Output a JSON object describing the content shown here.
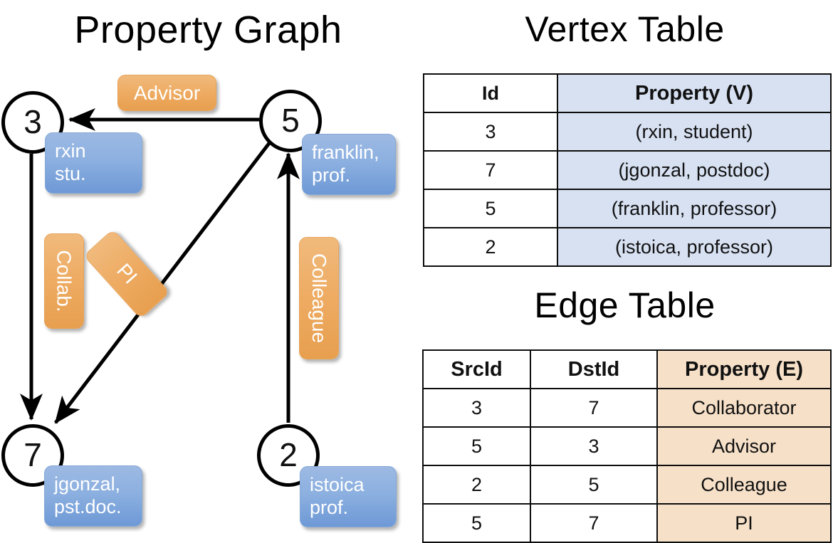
{
  "titles": {
    "property_graph": "Property Graph",
    "vertex_table": "Vertex Table",
    "edge_table": "Edge Table"
  },
  "graph": {
    "vertices": [
      {
        "id": "3",
        "property_line1": "rxin",
        "property_line2": "stu."
      },
      {
        "id": "5",
        "property_line1": "franklin,",
        "property_line2": "prof."
      },
      {
        "id": "7",
        "property_line1": "jgonzal,",
        "property_line2": "pst.doc."
      },
      {
        "id": "2",
        "property_line1": "istoica",
        "property_line2": "prof."
      }
    ],
    "edge_labels": [
      {
        "name": "advisor",
        "text": "Advisor"
      },
      {
        "name": "collab",
        "text": "Collab."
      },
      {
        "name": "pi",
        "text": "PI"
      },
      {
        "name": "colleague",
        "text": "Colleague"
      }
    ]
  },
  "vertex_table": {
    "headers": [
      "Id",
      "Property (V)"
    ],
    "rows": [
      [
        "3",
        "(rxin, student)"
      ],
      [
        "7",
        "(jgonzal, postdoc)"
      ],
      [
        "5",
        "(franklin, professor)"
      ],
      [
        "2",
        "(istoica, professor)"
      ]
    ]
  },
  "edge_table": {
    "headers": [
      "SrcId",
      "DstId",
      "Property (E)"
    ],
    "rows": [
      [
        "3",
        "7",
        "Collaborator"
      ],
      [
        "5",
        "3",
        "Advisor"
      ],
      [
        "2",
        "5",
        "Colleague"
      ],
      [
        "5",
        "7",
        "PI"
      ]
    ]
  },
  "colors": {
    "vertex_property_fill": "#d7e1f2",
    "edge_property_fill": "#f6e0c8",
    "node_box_blue": "#8cb0e0",
    "edge_label_orange": "#eeab62",
    "stroke": "#000000",
    "background": "#ffffff"
  }
}
